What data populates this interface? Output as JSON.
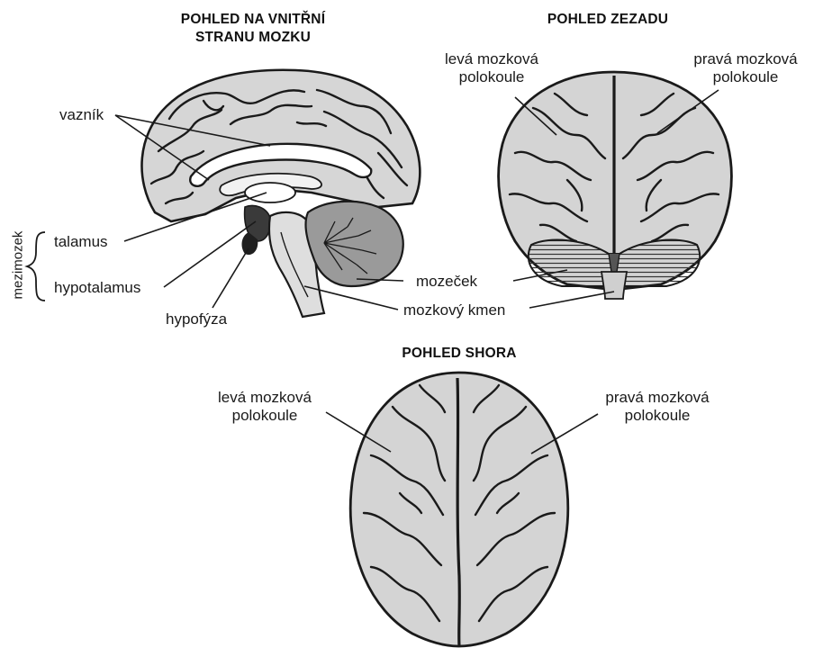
{
  "titles": {
    "medial_line1": "POHLED NA VNITŘNÍ",
    "medial_line2": "STRANU MOZKU",
    "posterior": "POHLED ZEZADU",
    "superior": "POHLED SHORA"
  },
  "labels": {
    "vaznik": "vazník",
    "talamus": "talamus",
    "hypotalamus": "hypotalamus",
    "hypofyza": "hypofýza",
    "mezimozek": "mezimozek",
    "mozecek": "mozeček",
    "mozkovy_kmen": "mozkový kmen",
    "posterior_left_1": "levá mozková",
    "posterior_left_2": "polokoule",
    "posterior_right_1": "pravá mozková",
    "posterior_right_2": "polokoule",
    "superior_left_1": "levá mozková",
    "superior_left_2": "polokoule",
    "superior_right_1": "pravá mozková",
    "superior_right_2": "polokoule"
  },
  "colors": {
    "ink": "#1a1a1a",
    "tissue": "#d4d4d4",
    "tissue_light": "#e8e8e8",
    "tissue_dark": "#8a8a8a"
  }
}
